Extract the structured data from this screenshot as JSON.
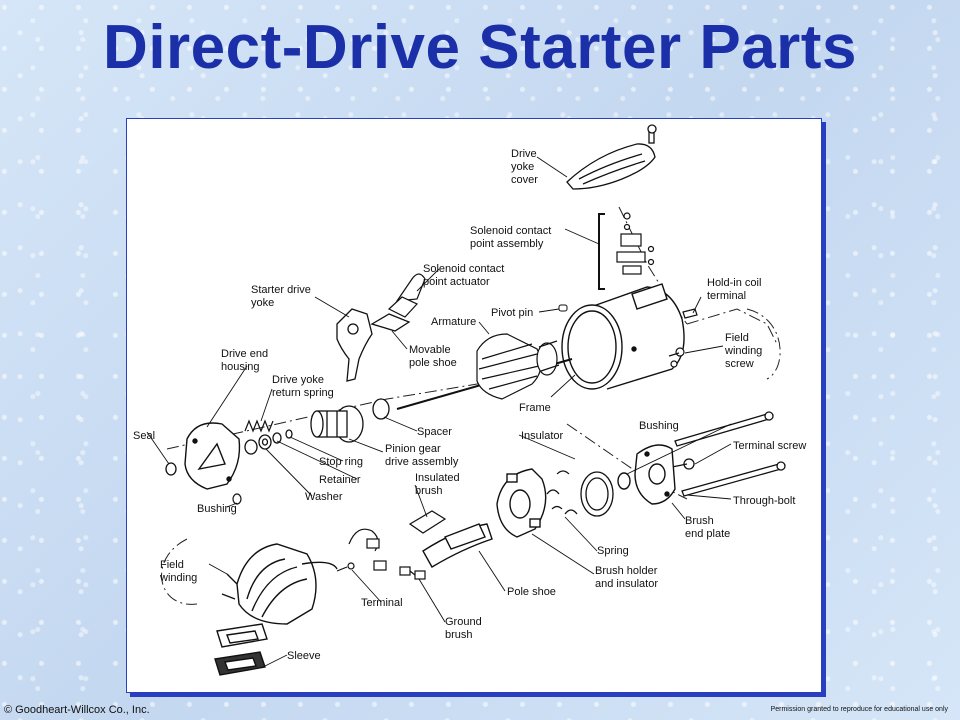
{
  "title": "Direct-Drive Starter Parts",
  "footer": {
    "copyright": "© Goodheart-Willcox Co., Inc.",
    "permission": "Permission granted to reproduce for educational use only"
  },
  "labels": {
    "drive_yoke_cover": [
      "Drive",
      "yoke",
      "cover"
    ],
    "solenoid_contact_point_assembly": [
      "Solenoid contact",
      "point assembly"
    ],
    "hold_in_coil_terminal": [
      "Hold-in coil",
      "terminal"
    ],
    "solenoid_contact_point_actuator": [
      "Solenoid contact",
      "point actuator"
    ],
    "starter_drive_yoke": [
      "Starter drive",
      "yoke"
    ],
    "pivot_pin": [
      "Pivot pin"
    ],
    "armature": [
      "Armature"
    ],
    "field_winding_screw": [
      "Field",
      "winding",
      "screw"
    ],
    "movable_pole_shoe": [
      "Movable",
      "pole shoe"
    ],
    "drive_end_housing": [
      "Drive end",
      "housing"
    ],
    "drive_yoke_return_spring": [
      "Drive yoke",
      "return spring"
    ],
    "frame": [
      "Frame"
    ],
    "seal": [
      "Seal"
    ],
    "spacer": [
      "Spacer"
    ],
    "insulator": [
      "Insulator"
    ],
    "bushing_top": [
      "Bushing"
    ],
    "terminal_screw": [
      "Terminal screw"
    ],
    "pinion_gear_drive_assembly": [
      "Pinion gear",
      "drive assembly"
    ],
    "stop_ring": [
      "Stop ring"
    ],
    "retainer": [
      "Retainer"
    ],
    "washer": [
      "Washer"
    ],
    "insulated_brush": [
      "Insulated",
      "brush"
    ],
    "through_bolt": [
      "Through-bolt"
    ],
    "bushing_left": [
      "Bushing"
    ],
    "brush_end_plate": [
      "Brush",
      "end plate"
    ],
    "spring": [
      "Spring"
    ],
    "brush_holder_and_insulator": [
      "Brush holder",
      "and insulator"
    ],
    "field_winding": [
      "Field",
      "winding"
    ],
    "pole_shoe": [
      "Pole shoe"
    ],
    "terminal": [
      "Terminal"
    ],
    "ground_brush": [
      "Ground",
      "brush"
    ],
    "sleeve": [
      "Sleeve"
    ]
  }
}
